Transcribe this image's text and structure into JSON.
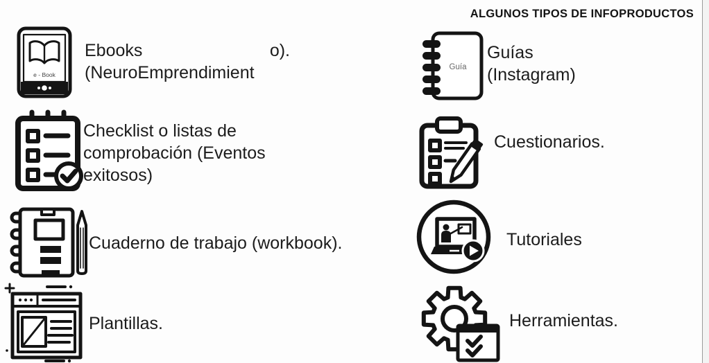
{
  "header": {
    "title": "ALGUNOS TIPOS DE INFOPRODUCTOS"
  },
  "colors": {
    "ink": "#141414",
    "background": "#fdfdfd",
    "muted_icon_label": "#666666",
    "edge_line": "#9b9b9b"
  },
  "left_column": [
    {
      "name": "ebooks",
      "icon": "ebook-tablet-icon",
      "icon_text": "e - Book",
      "line1_left": "Ebooks",
      "line1_right": "o).",
      "line2": "(NeuroEmprendimient"
    },
    {
      "name": "checklist",
      "icon": "checklist-clipboard-icon",
      "text": "Checklist o listas de comprobación (Eventos exitosos)"
    },
    {
      "name": "workbook",
      "icon": "workbook-pencil-icon",
      "text": "Cuaderno de trabajo (workbook)."
    },
    {
      "name": "templates",
      "icon": "browser-template-icon",
      "text": "Plantillas."
    }
  ],
  "right_column": [
    {
      "name": "guides",
      "icon": "guide-notebook-icon",
      "icon_text": "Guía",
      "lines": [
        "Guías",
        "(Instagram)"
      ]
    },
    {
      "name": "questionnaires",
      "icon": "questionnaire-clipboard-pencil-icon",
      "text": "Cuestionarios."
    },
    {
      "name": "tutorials",
      "icon": "tutorial-video-presenter-icon",
      "text": "Tutoriales"
    },
    {
      "name": "tools",
      "icon": "tools-gear-icon",
      "text": "Herramientas."
    }
  ]
}
